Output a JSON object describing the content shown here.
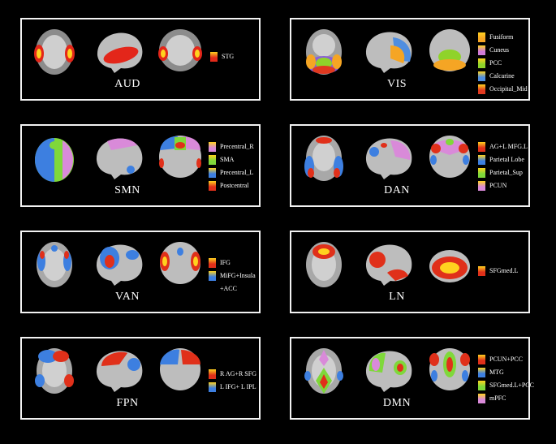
{
  "panels": [
    {
      "id": "aud",
      "title": "AUD",
      "legend": [
        {
          "label": "STG",
          "color": "#e32a1a"
        }
      ]
    },
    {
      "id": "vis",
      "title": "VIS",
      "legend": [
        {
          "label": "Fusiform",
          "color": "#f5a524"
        },
        {
          "label": "Cuneus",
          "color": "#cf7ad6"
        },
        {
          "label": "PCC",
          "color": "#8fd32a"
        },
        {
          "label": "Calcarine",
          "color": "#4f8ee0"
        },
        {
          "label": "Occipital_Mid",
          "color": "#e0391f"
        }
      ]
    },
    {
      "id": "smn",
      "title": "SMN",
      "legend": [
        {
          "label": "Precentral_R",
          "color": "#d98ad9"
        },
        {
          "label": "SMA",
          "color": "#7fd83a"
        },
        {
          "label": "Precentral_L",
          "color": "#3d7fe0"
        },
        {
          "label": "Postcentral",
          "color": "#e0301a"
        }
      ]
    },
    {
      "id": "dan",
      "title": "DAN",
      "legend": [
        {
          "label": "AG+L MFG.L",
          "color": "#e0301a"
        },
        {
          "label": "Parietal Lobe",
          "color": "#3d7fe0"
        },
        {
          "label": "Parietal_Sup",
          "color": "#7fd83a"
        },
        {
          "label": "PCUN",
          "color": "#d98ad9"
        }
      ]
    },
    {
      "id": "van",
      "title": "VAN",
      "legend": [
        {
          "label": "IFG",
          "color": "#e0301a"
        },
        {
          "label": "MiFG+Insula",
          "color": "#3d7fe0"
        },
        {
          "label": "+ACC",
          "color": ""
        }
      ]
    },
    {
      "id": "ln",
      "title": "LN",
      "legend": [
        {
          "label": "SFGmed.L",
          "color": "#e0301a"
        }
      ]
    },
    {
      "id": "fpn",
      "title": "FPN",
      "legend": [
        {
          "label": "R AG+R SFG",
          "color": "#e0301a"
        },
        {
          "label": "L IFG+ L IPL",
          "color": "#3d7fe0"
        }
      ]
    },
    {
      "id": "dmn",
      "title": "DMN",
      "legend": [
        {
          "label": "PCUN+PCC",
          "color": "#e0301a"
        },
        {
          "label": "MTG",
          "color": "#3d7fe0"
        },
        {
          "label": "SFGmed.L+PCC",
          "color": "#7fd83a"
        },
        {
          "label": "mPFC",
          "color": "#d98ad9"
        }
      ]
    }
  ]
}
